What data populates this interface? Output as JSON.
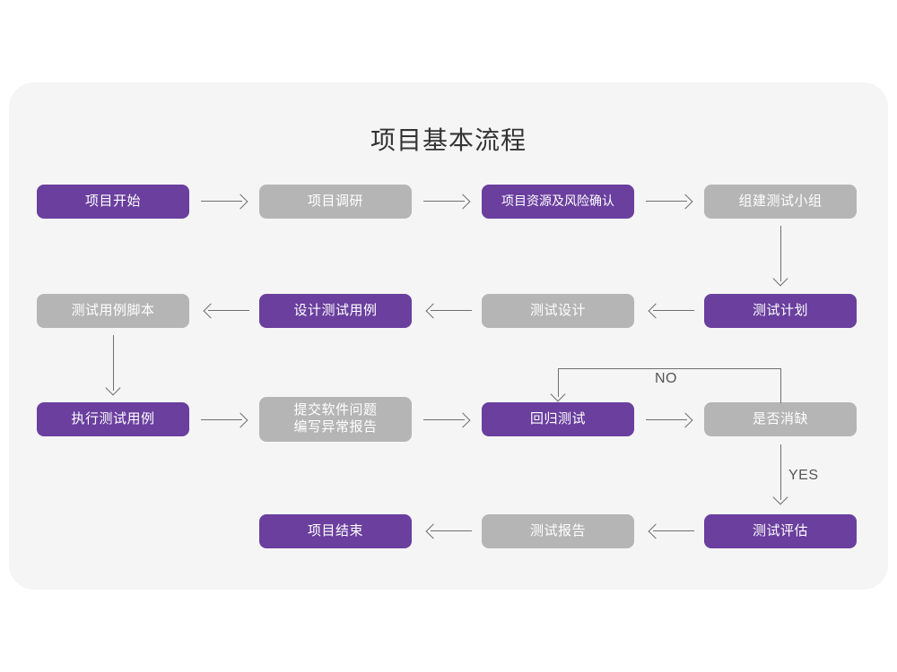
{
  "title": "项目基本流程",
  "colors": {
    "purple": "#6a3f9e",
    "gray": "#b5b5b5",
    "panel_bg": "#f5f5f5",
    "page_bg": "#ffffff",
    "connector": "#6f6f6f",
    "title_text": "#333333",
    "label_text": "#555555"
  },
  "chart_data": {
    "type": "diagram",
    "title": "项目基本流程",
    "nodes": [
      {
        "id": "n1",
        "label": "项目开始",
        "style": "purple",
        "row": 1,
        "col": 1
      },
      {
        "id": "n2",
        "label": "项目调研",
        "style": "gray",
        "row": 1,
        "col": 2
      },
      {
        "id": "n3",
        "label": "项目资源及风险确认",
        "style": "purple",
        "row": 1,
        "col": 3
      },
      {
        "id": "n4",
        "label": "组建测试小组",
        "style": "gray",
        "row": 1,
        "col": 4
      },
      {
        "id": "n5",
        "label": "测试用例脚本",
        "style": "gray",
        "row": 2,
        "col": 1
      },
      {
        "id": "n6",
        "label": "设计测试用例",
        "style": "purple",
        "row": 2,
        "col": 2
      },
      {
        "id": "n7",
        "label": "测试设计",
        "style": "gray",
        "row": 2,
        "col": 3
      },
      {
        "id": "n8",
        "label": "测试计划",
        "style": "purple",
        "row": 2,
        "col": 4
      },
      {
        "id": "n9",
        "label": "执行测试用例",
        "style": "purple",
        "row": 3,
        "col": 1
      },
      {
        "id": "n10",
        "label": "提交软件问题\n编写异常报告",
        "style": "gray",
        "row": 3,
        "col": 2
      },
      {
        "id": "n11",
        "label": "回归测试",
        "style": "purple",
        "row": 3,
        "col": 3
      },
      {
        "id": "n12",
        "label": "是否消缺",
        "style": "gray",
        "row": 3,
        "col": 4
      },
      {
        "id": "n13",
        "label": "项目结束",
        "style": "purple",
        "row": 4,
        "col": 2
      },
      {
        "id": "n14",
        "label": "测试报告",
        "style": "gray",
        "row": 4,
        "col": 3
      },
      {
        "id": "n15",
        "label": "测试评估",
        "style": "purple",
        "row": 4,
        "col": 4
      }
    ],
    "edges": [
      {
        "from": "n1",
        "to": "n2",
        "label": "",
        "direction": "right"
      },
      {
        "from": "n2",
        "to": "n3",
        "label": "",
        "direction": "right"
      },
      {
        "from": "n3",
        "to": "n4",
        "label": "",
        "direction": "right"
      },
      {
        "from": "n4",
        "to": "n8",
        "label": "",
        "direction": "down"
      },
      {
        "from": "n8",
        "to": "n7",
        "label": "",
        "direction": "left"
      },
      {
        "from": "n7",
        "to": "n6",
        "label": "",
        "direction": "left"
      },
      {
        "from": "n6",
        "to": "n5",
        "label": "",
        "direction": "left"
      },
      {
        "from": "n5",
        "to": "n9",
        "label": "",
        "direction": "down"
      },
      {
        "from": "n9",
        "to": "n10",
        "label": "",
        "direction": "right"
      },
      {
        "from": "n10",
        "to": "n11",
        "label": "",
        "direction": "right"
      },
      {
        "from": "n11",
        "to": "n12",
        "label": "",
        "direction": "right"
      },
      {
        "from": "n12",
        "to": "n11",
        "label": "NO",
        "direction": "loop-up-left-down"
      },
      {
        "from": "n12",
        "to": "n15",
        "label": "YES",
        "direction": "down"
      },
      {
        "from": "n15",
        "to": "n14",
        "label": "",
        "direction": "left"
      },
      {
        "from": "n14",
        "to": "n13",
        "label": "",
        "direction": "left"
      }
    ],
    "edge_labels": {
      "no": "NO",
      "yes": "YES"
    }
  }
}
